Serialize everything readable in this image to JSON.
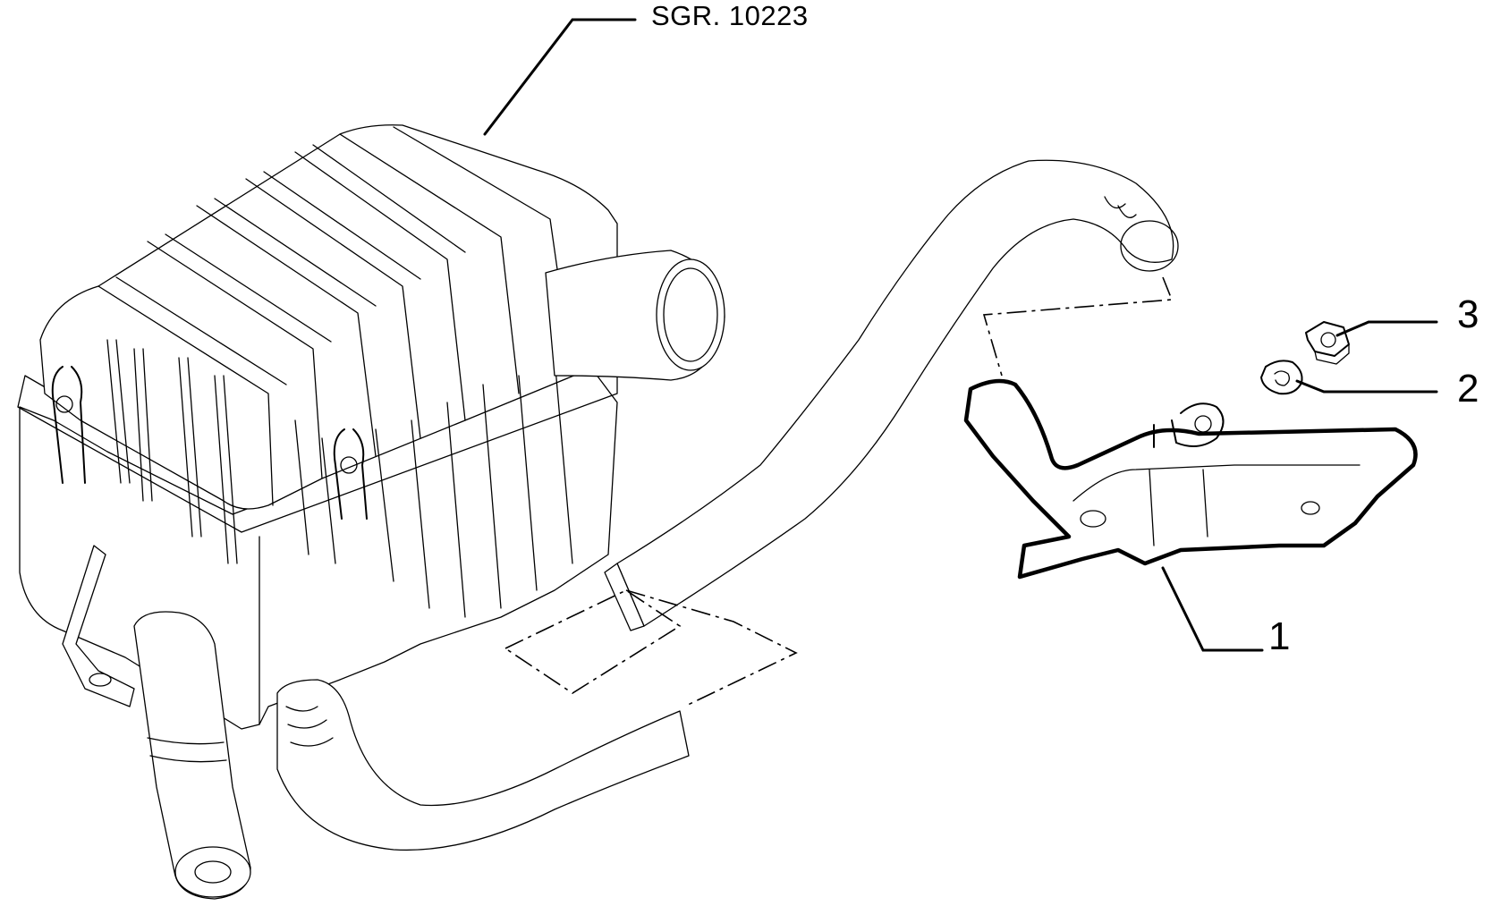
{
  "reference": "SGR. 10223",
  "callouts": [
    {
      "id": "part-1",
      "label": "1"
    },
    {
      "id": "part-2",
      "label": "2"
    },
    {
      "id": "part-3",
      "label": "3"
    }
  ]
}
